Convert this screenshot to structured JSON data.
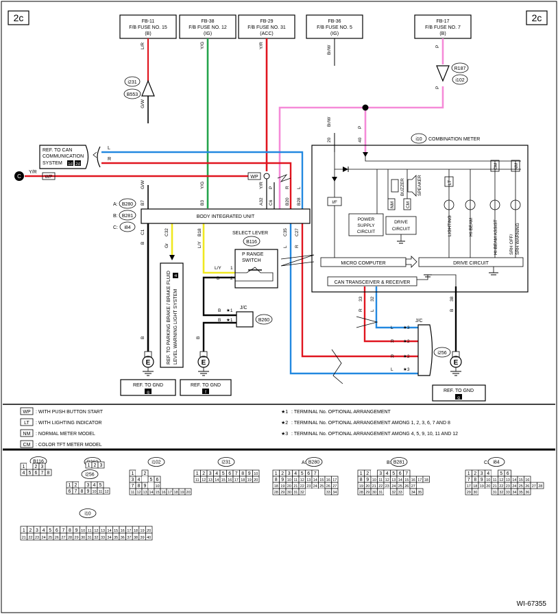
{
  "page_tag": "2c",
  "fuses": [
    {
      "id": "FB-11",
      "name": "F/B FUSE NO. 15",
      "type": "(B)"
    },
    {
      "id": "FB-38",
      "name": "F/B FUSE NO. 12",
      "type": "(IG)"
    },
    {
      "id": "FB-29",
      "name": "F/B FUSE NO. 31",
      "type": "(ACC)"
    },
    {
      "id": "FB-36",
      "name": "F/B FUSE NO. 5",
      "type": "(IG)"
    },
    {
      "id": "FB-17",
      "name": "F/B FUSE NO. 7",
      "type": "(B)"
    }
  ],
  "wire_labels": {
    "lr": "L/R",
    "yg": "Y/G",
    "yr": "Y/R",
    "brw": "Br/W",
    "p": "P",
    "gw": "G/W",
    "l": "L",
    "r": "R",
    "b": "B",
    "gr": "Gr",
    "ly": "L/Y",
    "pin20": "20",
    "pin40": "40",
    "pin33": "33",
    "pin32": "32",
    "pin38": "38",
    "pin1": "1",
    "pin2": "2"
  },
  "connectors": {
    "i231": "i231",
    "b553": "B553",
    "r187": "R187",
    "i102": "i102",
    "i10": "i10",
    "b280": "B280",
    "b281": "B281",
    "i84": "i84",
    "b116": "B116",
    "b260": "B260",
    "i256": "i256"
  },
  "connector_prefix": {
    "a": "A:",
    "b": "B:",
    "c": "C:"
  },
  "ref_can": {
    "line1": "REF. TO CAN",
    "line2": "COMMUNICATION",
    "line3": "SYSTEM",
    "b1": "1d",
    "b2": "2d"
  },
  "ground_c": "C",
  "wp": "WP",
  "biu": {
    "title": "BODY INTEGRATED UNIT",
    "terminals": [
      "B7",
      "B3",
      "A32",
      "C6",
      "B20",
      "B28",
      "C1",
      "C32",
      "B18",
      "C35",
      "C27"
    ]
  },
  "select_lever": {
    "title": "SELECT LEVER",
    "switch1": "P RANGE",
    "switch2": "SWITCH"
  },
  "jc": "J/C",
  "star": "★1",
  "meter": {
    "title": "COMBINATION METER",
    "if": "I/F",
    "nm": "NM",
    "cm": "CM",
    "lt": "LT",
    "buzzer": "BUZZER",
    "speaker": "SPEAKER",
    "power1": "POWER",
    "power2": "SUPPLY",
    "power3": "CIRCUIT",
    "drive1": "DRIVE",
    "drive2": "CIRCUIT",
    "lighting": "LIGHTING",
    "hibeam": "HI-BEAM",
    "hibeam_assist": "HI-BEAM ASSIST",
    "srh1": "SRH OFF/",
    "srh2": "SRH WARNING",
    "micro": "MICRO COMPUTER",
    "drive_circuit": "DRIVE CIRCUIT",
    "can": "CAN TRANSCEIVER & RECEIVER"
  },
  "jc_pins": [
    {
      "wire": "L",
      "star": "★3"
    },
    {
      "wire": "R",
      "star": "★2"
    },
    {
      "wire": "R",
      "star": "★2"
    },
    {
      "wire": "L",
      "star": "★3"
    }
  ],
  "jc_left": [
    {
      "wire": "B",
      "star": "★1"
    },
    {
      "wire": "B",
      "star": "★1"
    }
  ],
  "brake_ref": {
    "line1": "REF. TO PARKING BRAKE / BRAKE FLUID",
    "line2": "LEVEL WARNING LIGHT SYSTEM",
    "badge": "a"
  },
  "gnd_refs": [
    {
      "label": "REF. TO GND",
      "code": "g"
    },
    {
      "label": "REF. TO GND",
      "code": "f"
    },
    {
      "label": "REF. TO GND",
      "code": "g"
    }
  ],
  "legend": [
    {
      "code": "WP",
      "text": ": WITH PUSH BUTTON START"
    },
    {
      "code": "LT",
      "text": ": WITH LIGHTING INDICATOR"
    },
    {
      "code": "NM",
      "text": ": NORMAL METER MODEL"
    },
    {
      "code": "CM",
      "text": ": COLOR TFT METER MODEL"
    }
  ],
  "notes": [
    {
      "code": "★1",
      "text": ": TERMINAL No. OPTIONAL ARRANGEMENT"
    },
    {
      "code": "★2",
      "text": ": TERMINAL No. OPTIONAL ARRANGEMENT AMONG 1, 2, 3, 6, 7 AND 8"
    },
    {
      "code": "★3",
      "text": ": TERMINAL No. OPTIONAL ARRANGEMENT AMONG 4, 5, 9, 10, 11 AND 12"
    }
  ],
  "conn_views": [
    {
      "label": "B116",
      "rows": [
        [
          "1",
          "",
          "2",
          "3"
        ],
        [
          "4",
          "5",
          "6",
          "7",
          "8"
        ]
      ]
    },
    {
      "label": "B260",
      "rows": [
        [
          "1",
          "2",
          "3"
        ]
      ]
    },
    {
      "label": "i256",
      "rows": [
        [
          "1",
          "2",
          "",
          "3",
          "4",
          "5"
        ],
        [
          "6",
          "7",
          "8",
          "9",
          "10",
          "11",
          "12"
        ]
      ]
    },
    {
      "label": "i102",
      "rows": [
        [
          "1",
          "",
          "2"
        ],
        [
          "3",
          "4",
          "",
          "5",
          "6"
        ],
        [
          "7",
          "8",
          "9",
          "",
          "10"
        ],
        [
          "11",
          "12",
          "13",
          "14",
          "15",
          "16",
          "17",
          "18",
          "19",
          "20"
        ]
      ]
    },
    {
      "label": "i231",
      "rows": [
        [
          "1",
          "2",
          "3",
          "4",
          "5",
          "6",
          "7",
          "8",
          "9",
          "10"
        ],
        [
          "11",
          "12",
          "13",
          "14",
          "15",
          "16",
          "17",
          "18",
          "19",
          "20"
        ]
      ]
    },
    {
      "label": "B280",
      "rows": [
        [
          "1",
          "2",
          "3",
          "4",
          "5",
          "6",
          "7"
        ],
        [
          "8",
          "9",
          "10",
          "11",
          "12",
          "13",
          "14",
          "15",
          "16",
          "17"
        ],
        [
          "18",
          "19",
          "20",
          "21",
          "22",
          "23",
          "24",
          "25",
          "26",
          "27"
        ],
        [
          "28",
          "29",
          "30",
          "31",
          "32",
          "",
          "",
          "",
          "33",
          "34"
        ]
      ]
    },
    {
      "label": "B281",
      "rows": [
        [
          "1",
          "2",
          "",
          "3",
          "4",
          "5",
          "6",
          "7"
        ],
        [
          "8",
          "9",
          "10",
          "11",
          "12",
          "13",
          "14",
          "15",
          "16",
          "17",
          "18"
        ],
        [
          "19",
          "20",
          "21",
          "22",
          "23",
          "24",
          "25",
          "26",
          "27"
        ],
        [
          "28",
          "29",
          "30",
          "31",
          "",
          "32",
          "33",
          "",
          "34",
          "35"
        ]
      ]
    },
    {
      "label": "i84",
      "rows": [
        [
          "1",
          "2",
          "3",
          "4",
          "",
          "5",
          "6"
        ],
        [
          "7",
          "8",
          "9",
          "10",
          "11",
          "12",
          "13",
          "14",
          "15",
          "16"
        ],
        [
          "17",
          "18",
          "19",
          "20",
          "21",
          "22",
          "23",
          "24",
          "25",
          "26",
          "27",
          "28"
        ],
        [
          "29",
          "30",
          "",
          "",
          "31",
          "32",
          "33",
          "34",
          "35",
          "36"
        ]
      ]
    },
    {
      "label": "i10",
      "rows": [
        [
          "1",
          "2",
          "3",
          "4",
          "5",
          "6",
          "7",
          "8",
          "9",
          "10",
          "11",
          "12",
          "13",
          "14",
          "15",
          "16",
          "17",
          "18",
          "19",
          "20"
        ],
        [
          "21",
          "22",
          "23",
          "24",
          "25",
          "26",
          "27",
          "28",
          "29",
          "30",
          "31",
          "32",
          "33",
          "34",
          "35",
          "36",
          "37",
          "38",
          "39",
          "40"
        ]
      ]
    }
  ],
  "code_id": "WI-67355"
}
